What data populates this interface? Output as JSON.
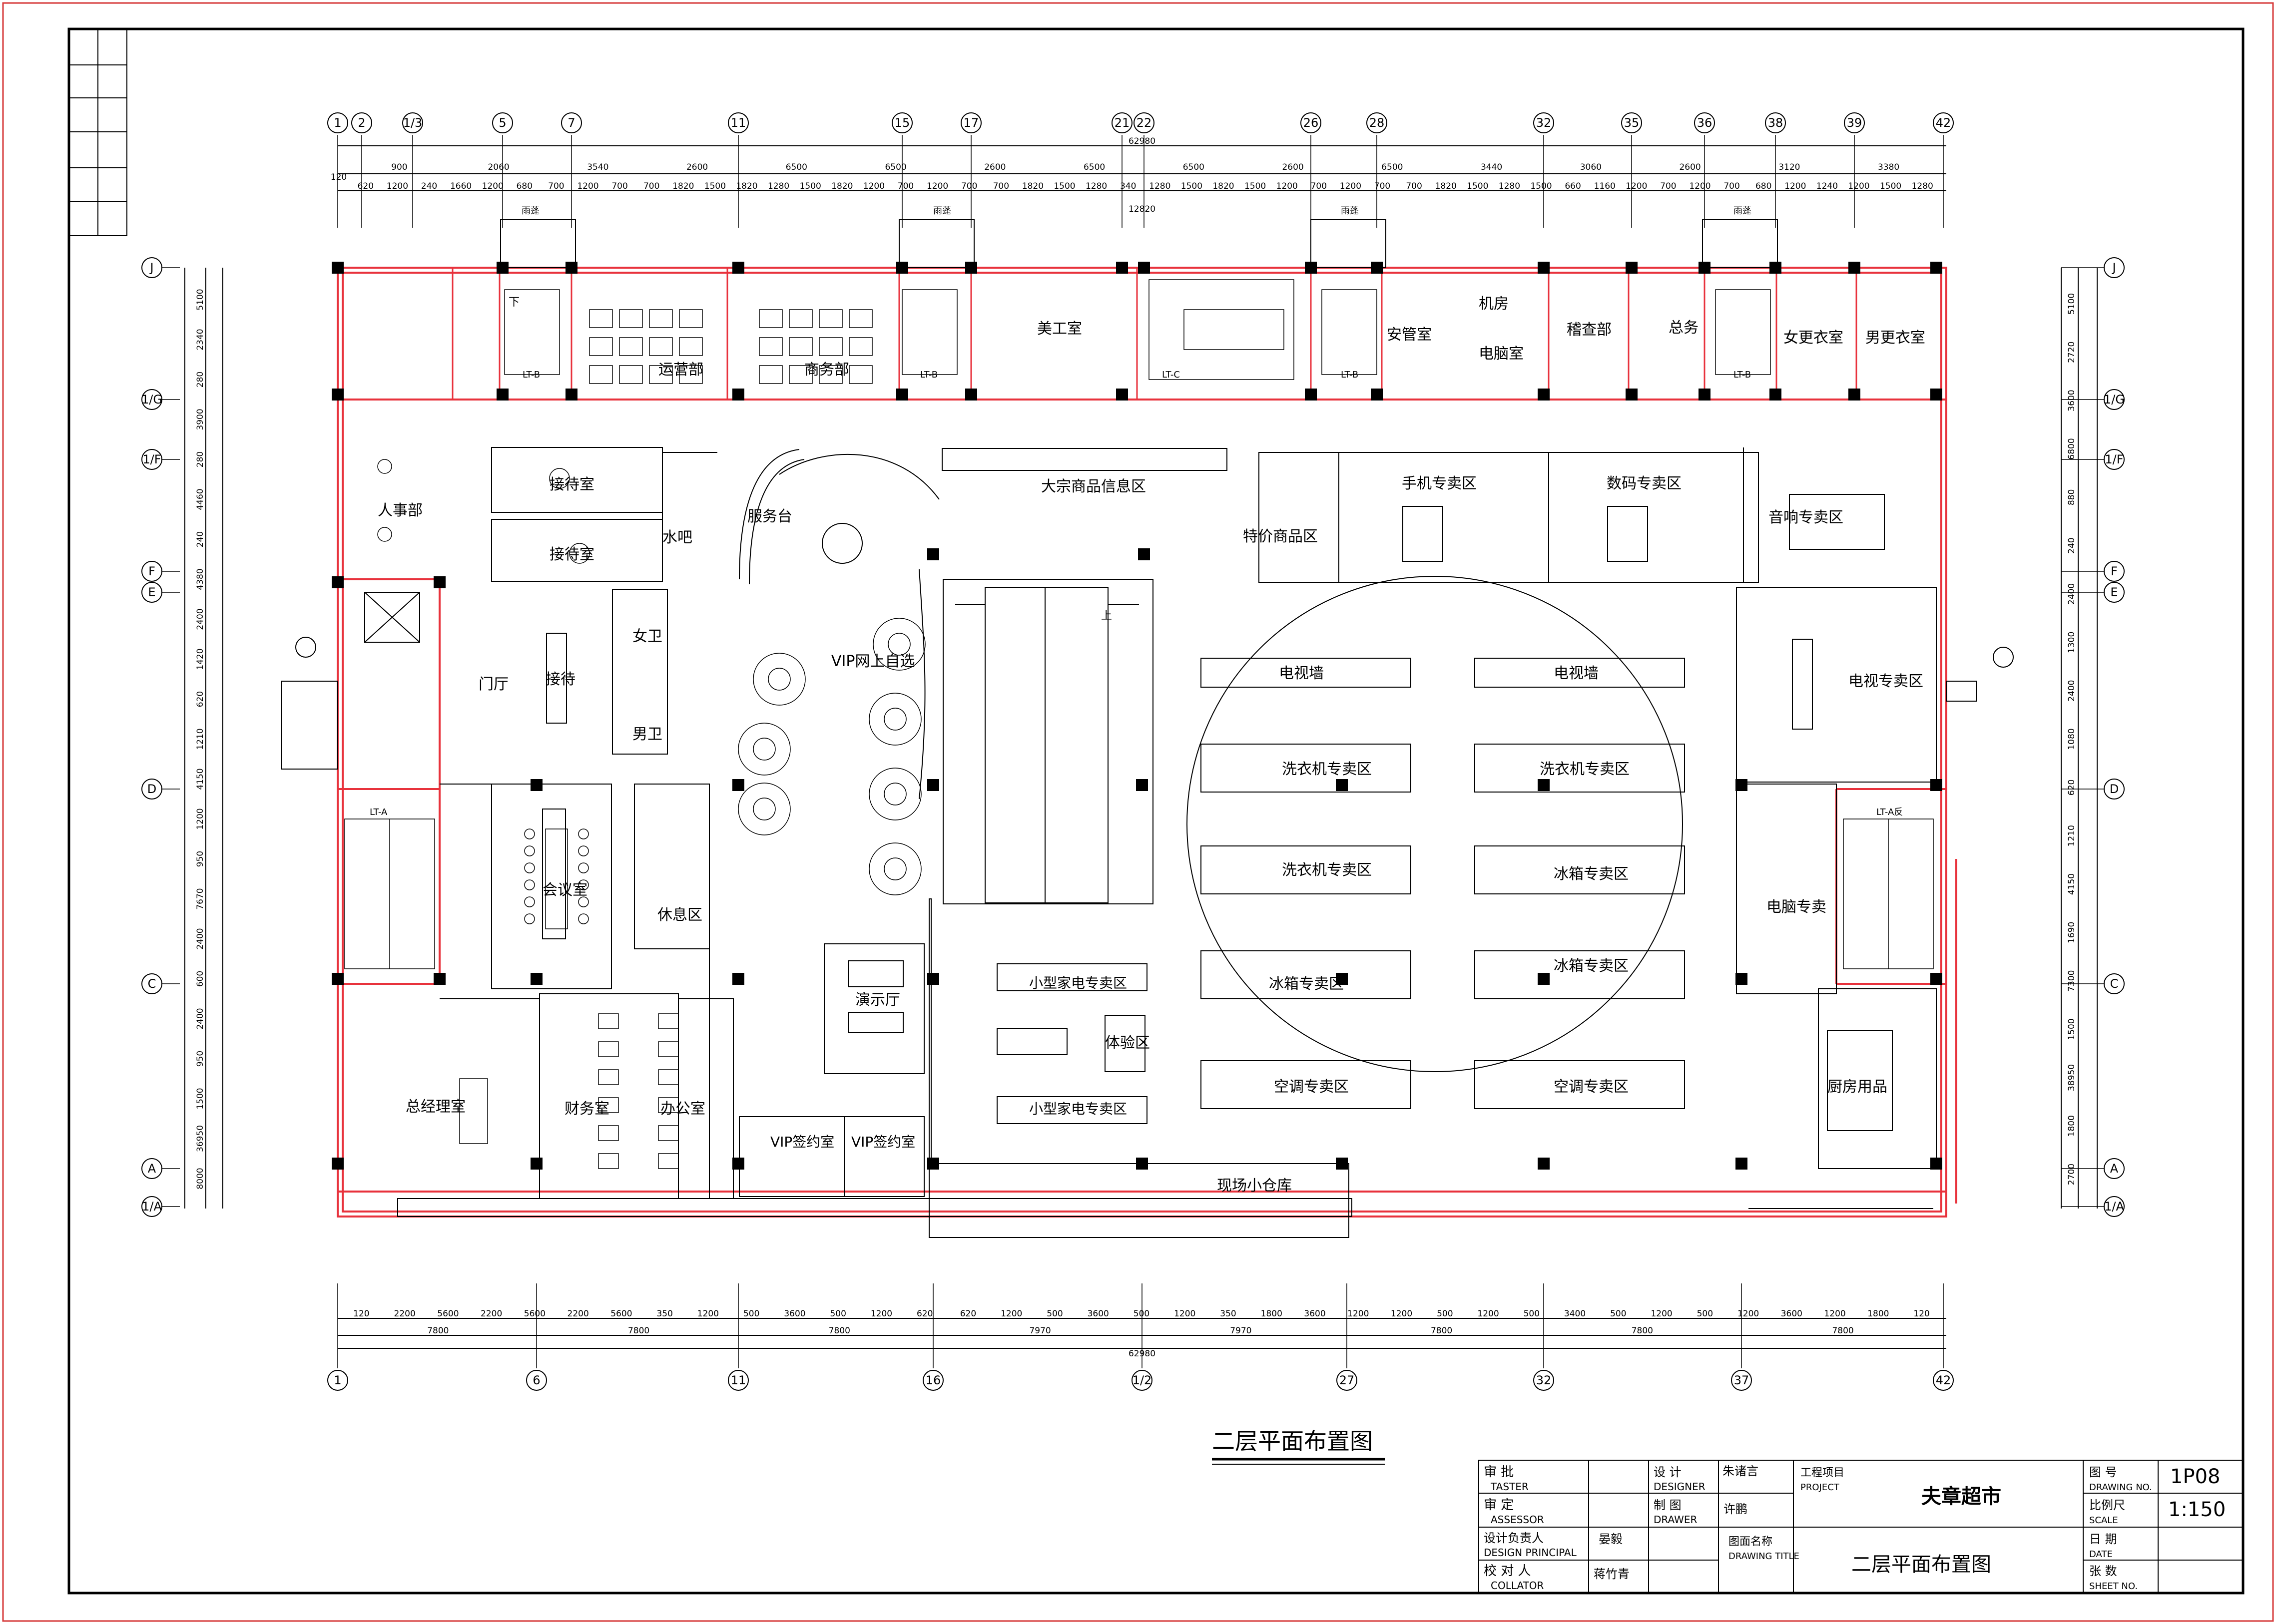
{
  "drawing_title": "二层平面布置图",
  "overall_dimension": "62980",
  "grid_axes_top": [
    "1",
    "2",
    "1/3",
    "5",
    "7",
    "11",
    "15",
    "17",
    "21",
    "22",
    "26",
    "28",
    "32",
    "35",
    "36",
    "38",
    "39",
    "42"
  ],
  "grid_axes_bottom": [
    "1",
    "6",
    "11",
    "16",
    "1/2",
    "27",
    "32",
    "37",
    "42"
  ],
  "grid_axes_side": [
    "J",
    "1/G",
    "1/F",
    "F",
    "E",
    "D",
    "C",
    "A",
    "1/A"
  ],
  "top_dims_major": [
    "900",
    "2060",
    "3540",
    "2600",
    "6500",
    "6500",
    "2600",
    "6500",
    "6500",
    "2600",
    "6500",
    "3440",
    "3060",
    "2600",
    "3120",
    "3380"
  ],
  "top_dims_detail": [
    "620",
    "1200",
    "240",
    "1660",
    "1200",
    "680",
    "700",
    "1200",
    "700",
    "700",
    "1820",
    "1500",
    "1820",
    "1280",
    "1500",
    "1820",
    "1200",
    "700",
    "1200",
    "700",
    "700",
    "1820",
    "1500",
    "1280",
    "340",
    "1280",
    "1500",
    "1820",
    "1500",
    "1200",
    "700",
    "1200",
    "700",
    "700",
    "1820",
    "1500",
    "1280",
    "1500",
    "660",
    "1160",
    "1200",
    "700",
    "1200",
    "700",
    "680",
    "1200",
    "1240",
    "1200",
    "1500",
    "1280"
  ],
  "top_dim_small": "120",
  "top_dim_mid": "12820",
  "bottom_dims_detail": [
    "120",
    "2200",
    "5600",
    "2200",
    "5600",
    "2200",
    "5600",
    "350",
    "1200",
    "500",
    "3600",
    "500",
    "1200",
    "620",
    "620",
    "1200",
    "500",
    "3600",
    "500",
    "1200",
    "350",
    "1800",
    "3600",
    "1200",
    "1200",
    "500",
    "1200",
    "500",
    "3400",
    "500",
    "1200",
    "500",
    "1200",
    "3600",
    "1200",
    "1800",
    "120"
  ],
  "bottom_dims_major": [
    "7800",
    "7800",
    "7800",
    "7970",
    "7970",
    "7800",
    "7800",
    "7800"
  ],
  "left_dims": [
    "5100",
    "2340",
    "280",
    "3900",
    "280",
    "4460",
    "240",
    "4380",
    "2400",
    "1420",
    "620",
    "1210",
    "4150",
    "1200",
    "950",
    "7670",
    "2400",
    "600",
    "2400",
    "950",
    "1500",
    "36950",
    "8000"
  ],
  "right_dims": [
    "5100",
    "2720",
    "3600",
    "6800",
    "880",
    "240",
    "2400",
    "1300",
    "2400",
    "1080",
    "620",
    "1210",
    "4150",
    "1690",
    "7300",
    "1500",
    "38950",
    "1800",
    "2700"
  ],
  "room_labels": {
    "ops": "运营部",
    "biz": "商务部",
    "art": "美工室",
    "security": "安管室",
    "machine": "机房",
    "pc_room": "电脑室",
    "audit": "稽查部",
    "gm_office": "总务",
    "f_locker": "女更衣室",
    "m_locker": "男更衣室",
    "hr": "人事部",
    "reception1": "接待室",
    "reception2": "接待室",
    "water_bar": "水吧",
    "service": "服务台",
    "bulk_info": "大宗商品信息区",
    "special": "特价商品区",
    "phone": "手机专卖区",
    "digital": "数码专卖区",
    "audio": "音响专卖区",
    "lobby": "门厅",
    "reception_desk": "接待",
    "women_wc": "女卫",
    "men_wc": "男卫",
    "vip_online": "VIP网上自选",
    "tv_wall1": "电视墙",
    "tv_wall2": "电视墙",
    "tv_zone": "电视专卖区",
    "washer1": "洗衣机专卖区",
    "washer2": "洗衣机专卖区",
    "washer3": "洗衣机专卖区",
    "fridge1": "冰箱专卖区",
    "fridge2": "冰箱专卖区",
    "fridge3": "冰箱专卖区",
    "ac1": "空调专卖区",
    "ac2": "空调专卖区",
    "meeting": "会议室",
    "rest": "休息区",
    "pc_sales": "电脑专卖",
    "small_app1": "小型家电专卖区",
    "small_app2": "小型家电专卖区",
    "experience": "体验区",
    "demo": "演示厅",
    "kitchen": "厨房用品",
    "gm": "总经理室",
    "finance": "财务室",
    "office": "办公室",
    "vip_sign1": "VIP签约室",
    "vip_sign2": "VIP签约室",
    "warehouse": "现场小仓库",
    "stair_a": "LT-A",
    "stair_a_rev": "LT-A反",
    "stair_b1": "LT-B",
    "stair_b2": "LT-B",
    "stair_b3": "LT-B",
    "stair_b4": "LT-B",
    "stair_c": "LT-C",
    "rain1": "雨蓬",
    "rain2": "雨蓬",
    "rain3": "雨蓬",
    "rain4": "雨蓬",
    "up": "上",
    "down": "下"
  },
  "title_block": {
    "taster_cn": "审  批",
    "taster_en": "TASTER",
    "assessor_cn": "审  定",
    "assessor_en": "ASSESSOR",
    "principal_cn": "设计负责人",
    "principal_en": "DESIGN PRINCIPAL",
    "principal_name": "晏毅",
    "collator_cn": "校 对 人",
    "collator_en": "COLLATOR",
    "collator_name": "蒋竹青",
    "designer_cn": "设  计",
    "designer_en": "DESIGNER",
    "designer_name": "朱诸言",
    "drawer_cn": "制  图",
    "drawer_en": "DRAWER",
    "drawer_name": "许鹏",
    "project_cn": "工程项目",
    "project_en": "PROJECT",
    "project_name": "夫章超市",
    "title_cn": "图面名称",
    "title_en": "DRAWING TITLE",
    "title_name": "二层平面布置图",
    "drawing_no_cn": "图  号",
    "drawing_no_en": "DRAWING NO.",
    "drawing_no": "1P08",
    "scale_cn": "比例尺",
    "scale_en": "SCALE",
    "scale": "1:150",
    "date_cn": "日  期",
    "date_en": "DATE",
    "sheet_cn": "张  数",
    "sheet_en": "SHEET NO."
  },
  "colors": {
    "wall_red": "#e8323c",
    "ink": "#000000",
    "frame": "#d63a3a"
  }
}
